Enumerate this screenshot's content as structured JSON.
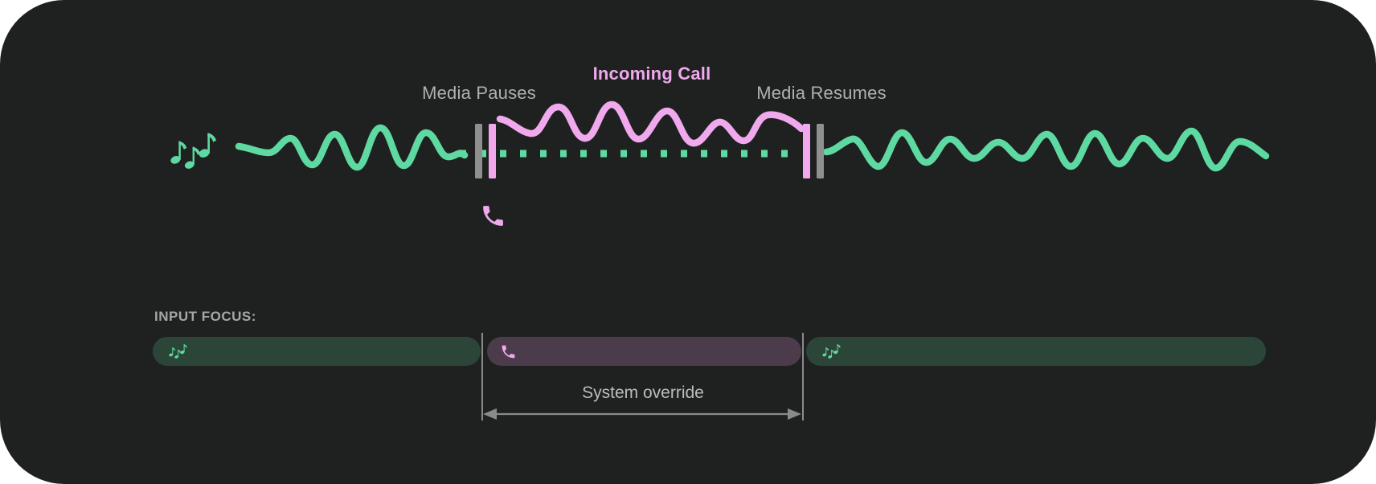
{
  "colors": {
    "background": "#1f2121",
    "page": "#ffffff",
    "media_green": "#5ed9a2",
    "call_pink": "#f0a9ed",
    "marker_gray": "#8f8f8f",
    "label_gray": "#b0b0b0",
    "heading_gray": "#a6a6a6",
    "override_gray": "#bcbcbc",
    "arrow_gray": "#8a8a8a",
    "focus_green_bg": "#2c4539",
    "focus_purple_bg": "#4c3b4a"
  },
  "timeline": {
    "media_pauses_label": "Media Pauses",
    "incoming_call_label": "Incoming Call",
    "media_resumes_label": "Media Resumes",
    "media_icon": "music-notes",
    "call_icon": "phone-handset"
  },
  "input_focus": {
    "heading": "INPUT FOCUS:",
    "segments": [
      {
        "type": "media",
        "icon": "music-notes"
      },
      {
        "type": "call",
        "icon": "phone-handset"
      },
      {
        "type": "media",
        "icon": "music-notes"
      }
    ],
    "override_label": "System override"
  }
}
